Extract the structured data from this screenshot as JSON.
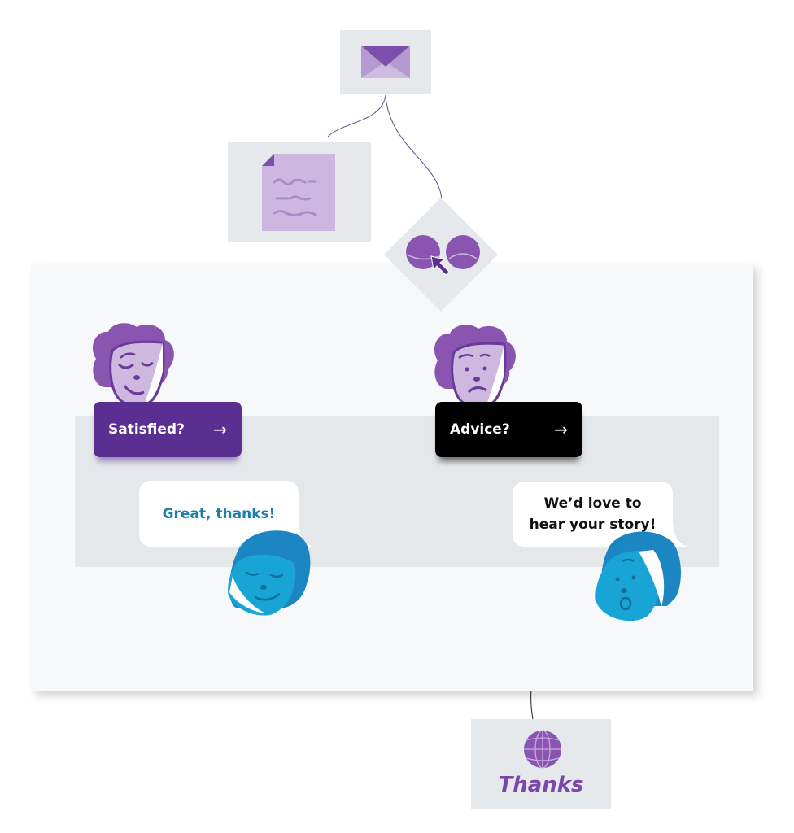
{
  "diagram": {
    "title": "Customer feedback flow",
    "nodes": {
      "email": {
        "icon": "envelope-icon"
      },
      "document": {
        "icon": "document-icon"
      },
      "decision": {
        "icon": "happy-sad-choice-icon",
        "cursor_icon": "cursor-arrow-icon"
      },
      "satisfied_branch": {
        "agent_icon": "agent-content-face-icon",
        "button_label": "Satisfied?",
        "button_arrow": "→",
        "response": "Great, thanks!",
        "customer_icon": "customer-happy-face-icon"
      },
      "advice_branch": {
        "agent_icon": "agent-worried-face-icon",
        "button_label": "Advice?",
        "button_arrow": "→",
        "response_line1": "We’d love to",
        "response_line2": "hear your story!",
        "customer_icon": "customer-surprised-face-icon"
      },
      "thanks": {
        "icon": "globe-icon",
        "label": "Thanks"
      }
    },
    "colors": {
      "purple_dark": "#5b2e91",
      "purple": "#8a55b0",
      "purple_light": "#cfb8df",
      "blue": "#1b86c2",
      "blue_light": "#18a5d6",
      "text_blue": "#1d7dab",
      "tile_gray": "#e5e9ec",
      "panel": "#f6f8f9"
    }
  }
}
